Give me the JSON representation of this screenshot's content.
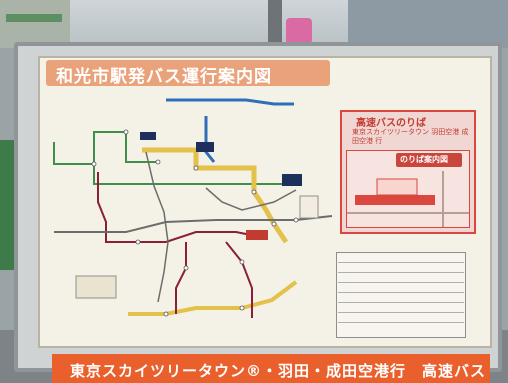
{
  "sign": {
    "title": "和光市駅発バス運行案内図",
    "inset_title": "高速バスのりば",
    "inset_note": "東京スカイツリータウン 羽田空港 成田空港 行",
    "inset_badge": "のりば案内図",
    "banner": "東京スカイツリータウン®・羽田・成田空港行　高速バス"
  },
  "colors": {
    "title_bg": "#e9a27a",
    "banner_bg": "#e9602d",
    "inset_border": "#d9473e",
    "route_blue": "#2e6fb8",
    "route_green": "#3f8f4a",
    "route_yellow": "#e3c14a",
    "route_maroon": "#8a1f3a",
    "route_gray": "#6c6c6c"
  }
}
